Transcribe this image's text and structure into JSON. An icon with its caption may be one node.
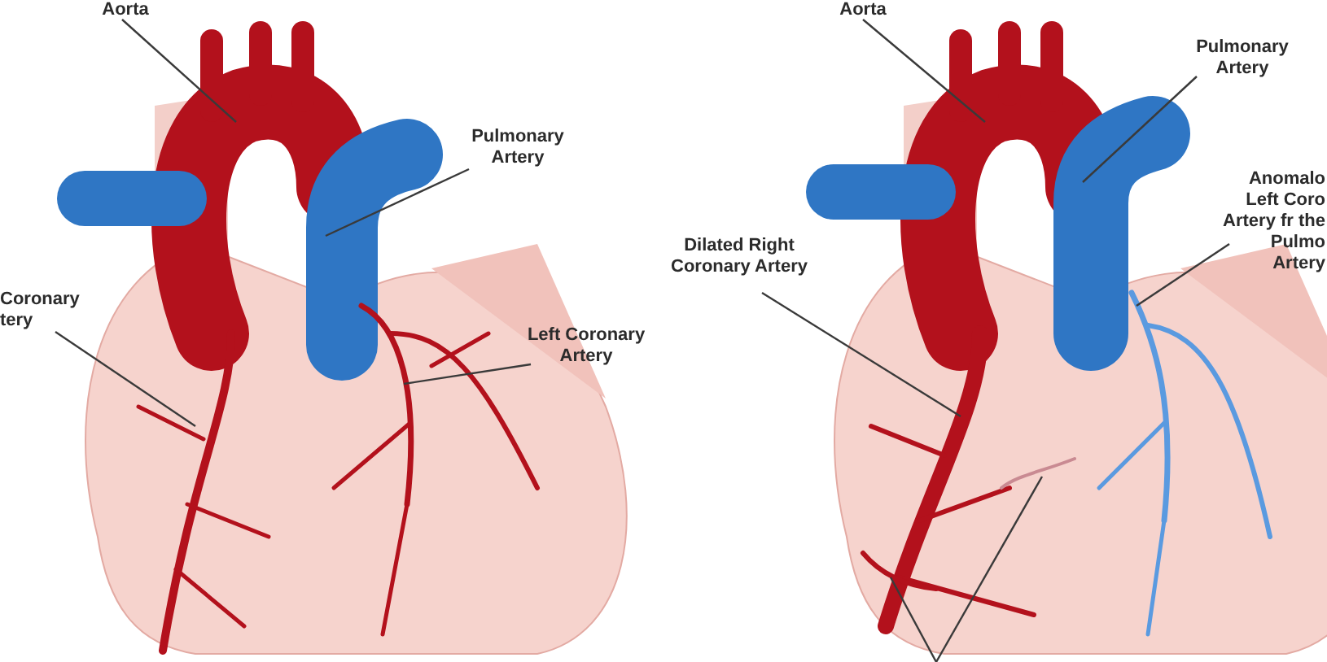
{
  "diagram": {
    "nodes": [
      {
        "text": [
          "Aorta"
        ]
      },
      {
        "text": [],
        "shape": "picture"
      },
      {
        "text": [
          "Pulmonary Artery"
        ]
      },
      {
        "text": [],
        "shape": "picture"
      },
      {
        "text": [
          "Coronary tery"
        ]
      },
      {
        "text": [],
        "shape": "picture"
      },
      {
        "text": [
          "Left Coronary Artery"
        ]
      },
      {
        "text": [],
        "shape": "picture"
      },
      {
        "text": [
          "Aorta"
        ]
      },
      {
        "text": [],
        "shape": "picture"
      },
      {
        "text": [
          "Pulmonary Artery"
        ]
      },
      {
        "text": [],
        "shape": "picture"
      },
      {
        "text": [
          "Dilated Right Coronary Artery"
        ]
      },
      {
        "text": [],
        "shape": "picture"
      },
      {
        "text": [
          "Anomalo Left Coro Artery fr the Pulmo Artery"
        ]
      },
      {
        "text": [],
        "shape": "picture"
      },
      {
        "text": [],
        "shape": "picture"
      },
      {
        "text": [],
        "shape": "picture"
      }
    ],
    "edges": [
      {
        "from": 0,
        "to": 1,
        "arrow": "none"
      },
      {
        "from": 2,
        "to": 3,
        "arrow": "none"
      },
      {
        "from": 4,
        "to": 5,
        "arrow": "none"
      },
      {
        "from": 6,
        "to": 7,
        "arrow": "none"
      },
      {
        "from": 8,
        "to": 9,
        "arrow": "none"
      },
      {
        "from": 10,
        "to": 11,
        "arrow": "none"
      },
      {
        "from": 12,
        "to": 13,
        "arrow": "none"
      },
      {
        "from": 14,
        "to": 15,
        "arrow": "none"
      },
      {
        "from": null,
        "to": 16,
        "arrow": "none"
      },
      {
        "from": null,
        "to": 17,
        "arrow": "none"
      }
    ]
  }
}
